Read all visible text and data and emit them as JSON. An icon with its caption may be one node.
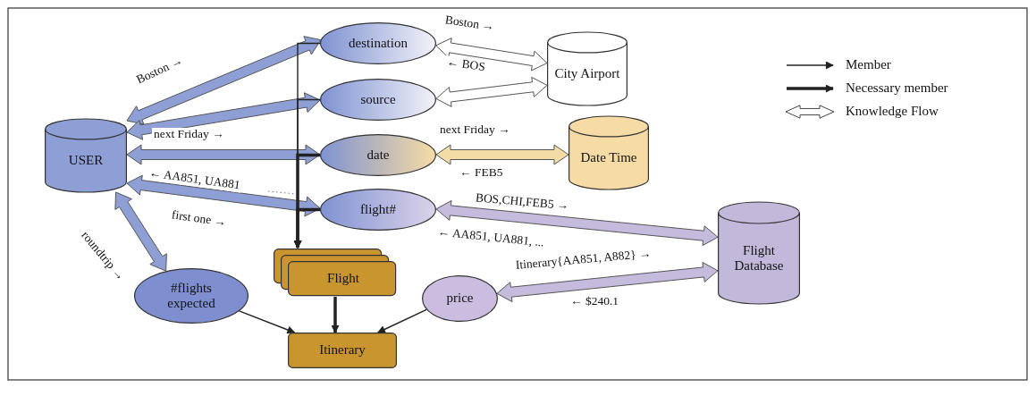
{
  "diagram": {
    "nodes": [
      {
        "text": [
          "USER"
        ]
      },
      {
        "text": [
          "destination"
        ]
      },
      {
        "text": [
          "source"
        ]
      },
      {
        "text": [
          "date"
        ]
      },
      {
        "text": [
          "flight#"
        ]
      },
      {
        "text": [
          "City Airport"
        ]
      },
      {
        "text": [
          "Date Time"
        ]
      },
      {
        "text": [
          "Flight Database"
        ]
      },
      {
        "text": [
          "#flights expected"
        ]
      },
      {
        "text": [
          "Flight"
        ]
      },
      {
        "text": [
          "price"
        ]
      },
      {
        "text": [
          "Itinerary"
        ]
      }
    ],
    "edges": [
      {
        "from": 0,
        "to": 1,
        "arrow": "both",
        "label": "Boston →",
        "color": "#8e9fd6"
      },
      {
        "from": 0,
        "to": 2,
        "arrow": "both",
        "color": "#8e9fd6"
      },
      {
        "from": 0,
        "to": 3,
        "arrow": "both",
        "label": "next Friday →",
        "color": "#8e9fd6"
      },
      {
        "from": 0,
        "to": 4,
        "arrow": "both",
        "label": "← AA851, UA881",
        "color": "#8e9fd6"
      },
      {
        "from": 0,
        "to": 8,
        "arrow": "both",
        "label": "roundtrip →",
        "color": "#8e9fd6"
      },
      {
        "from": 1,
        "to": 5,
        "arrow": "both",
        "label": "Boston →",
        "color": "#ffffff"
      },
      {
        "from": 2,
        "to": 5,
        "arrow": "both",
        "color": "#ffffff"
      },
      {
        "from": 3,
        "to": 6,
        "arrow": "both",
        "label": "next Friday →",
        "color": "#f3dca6"
      },
      {
        "from": 4,
        "to": 7,
        "arrow": "both",
        "label": "BOS,CHI,FEB5 →",
        "color": "#c5bbdd"
      },
      {
        "from": 10,
        "to": 7,
        "arrow": "both",
        "label": "Itinerary{AA851, A882} →",
        "color": "#c5bbdd"
      },
      {
        "from": 1,
        "to": 9,
        "arrow": "to"
      },
      {
        "from": 2,
        "to": 9,
        "arrow": "to"
      },
      {
        "from": 3,
        "to": 9,
        "arrow": "to",
        "style": "thick"
      },
      {
        "from": 4,
        "to": 9,
        "arrow": "to",
        "style": "thick"
      },
      {
        "from": 8,
        "to": 11,
        "arrow": "to"
      },
      {
        "from": 9,
        "to": 11,
        "arrow": "to",
        "style": "thick"
      },
      {
        "from": 10,
        "to": 11,
        "arrow": "to"
      }
    ],
    "labels": [
      "← BOS",
      "← FEB5",
      "first one →",
      "← AA851, UA881, ...",
      "← $240.1"
    ],
    "legend": [
      {
        "text": "Member"
      },
      {
        "text": "Necessary member"
      },
      {
        "text": "Knowledge Flow"
      }
    ]
  }
}
